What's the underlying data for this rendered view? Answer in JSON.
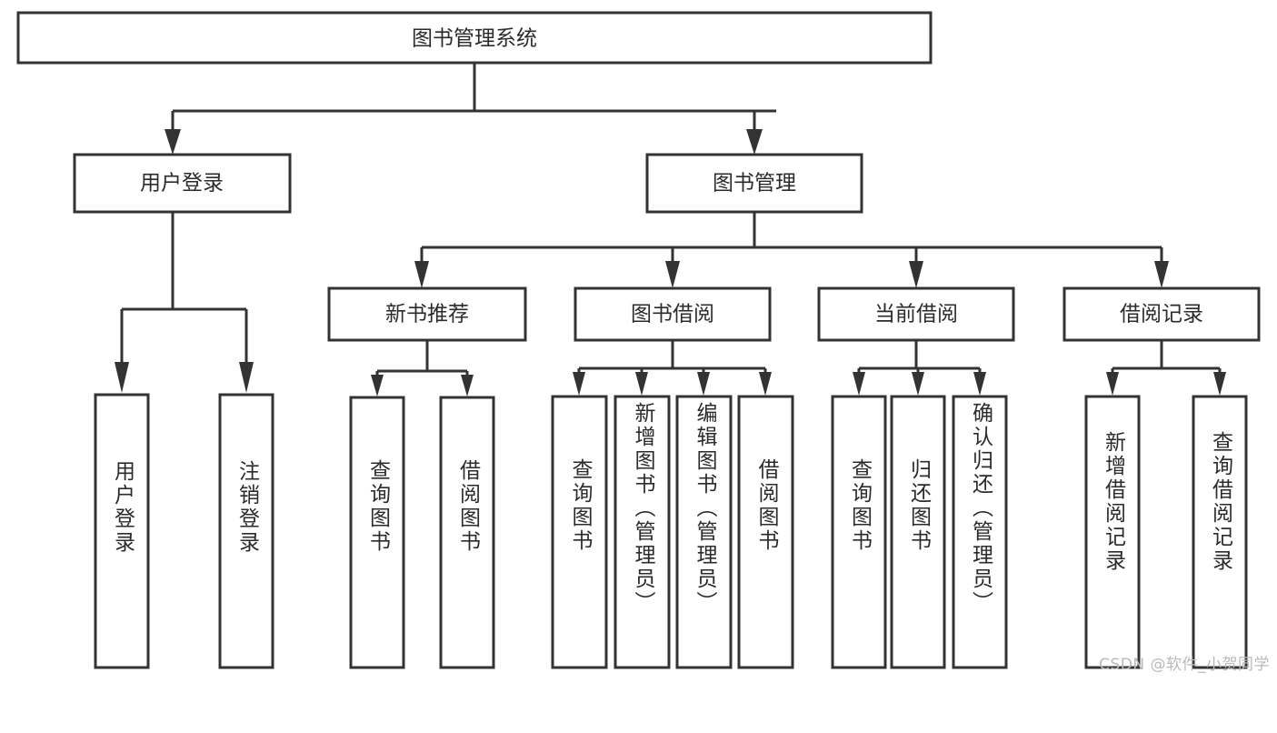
{
  "diagram": {
    "type": "tree",
    "title": "图书管理系统",
    "root": {
      "id": "root",
      "label": "图书管理系统",
      "shape": "rectangle",
      "orientation": "horizontal-text"
    },
    "level1": [
      {
        "id": "user-login",
        "label": "用户登录"
      },
      {
        "id": "book-management",
        "label": "图书管理"
      }
    ],
    "level2": [
      {
        "id": "new-book-recommend",
        "label": "新书推荐",
        "parent": "book-management"
      },
      {
        "id": "book-borrow",
        "label": "图书借阅",
        "parent": "book-management"
      },
      {
        "id": "current-borrow",
        "label": "当前借阅",
        "parent": "book-management"
      },
      {
        "id": "borrow-record",
        "label": "借阅记录",
        "parent": "book-management"
      }
    ],
    "leaves": [
      {
        "id": "leaf-user-login",
        "label": "用户登录",
        "parent": "user-login"
      },
      {
        "id": "leaf-logout-login",
        "label": "注销登录",
        "parent": "user-login"
      },
      {
        "id": "leaf-query-book-1",
        "label": "查询图书",
        "parent": "new-book-recommend"
      },
      {
        "id": "leaf-borrow-book-1",
        "label": "借阅图书",
        "parent": "new-book-recommend"
      },
      {
        "id": "leaf-query-book-2",
        "label": "查询图书",
        "parent": "book-borrow"
      },
      {
        "id": "leaf-add-book",
        "label": "新增图书（管理员）",
        "parent": "book-borrow"
      },
      {
        "id": "leaf-edit-book",
        "label": "编辑图书（管理员）",
        "parent": "book-borrow"
      },
      {
        "id": "leaf-borrow-book-2",
        "label": "借阅图书",
        "parent": "book-borrow"
      },
      {
        "id": "leaf-query-book-3",
        "label": "查询图书",
        "parent": "current-borrow"
      },
      {
        "id": "leaf-return-book",
        "label": "归还图书",
        "parent": "current-borrow"
      },
      {
        "id": "leaf-confirm-return",
        "label": "确认归还（管理员）",
        "parent": "current-borrow"
      },
      {
        "id": "leaf-add-record",
        "label": "新增借阅记录",
        "parent": "borrow-record"
      },
      {
        "id": "leaf-query-record",
        "label": "查询借阅记录",
        "parent": "borrow-record"
      }
    ],
    "colors": {
      "box_border": "#333333",
      "box_fill": "#ffffff",
      "text": "#2b2b2b",
      "connector": "#333333",
      "watermark": "#b9b9b9",
      "background": "#ffffff"
    }
  },
  "watermark": {
    "text": "CSDN @软件_小贺同学"
  }
}
